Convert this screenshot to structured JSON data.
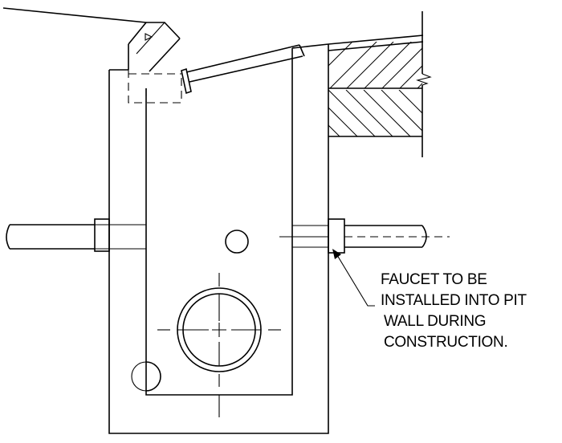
{
  "annotation": {
    "lines": [
      "FAUCET TO BE",
      "INSTALLED INTO PIT",
      "WALL DURING",
      "CONSTRUCTION."
    ]
  }
}
